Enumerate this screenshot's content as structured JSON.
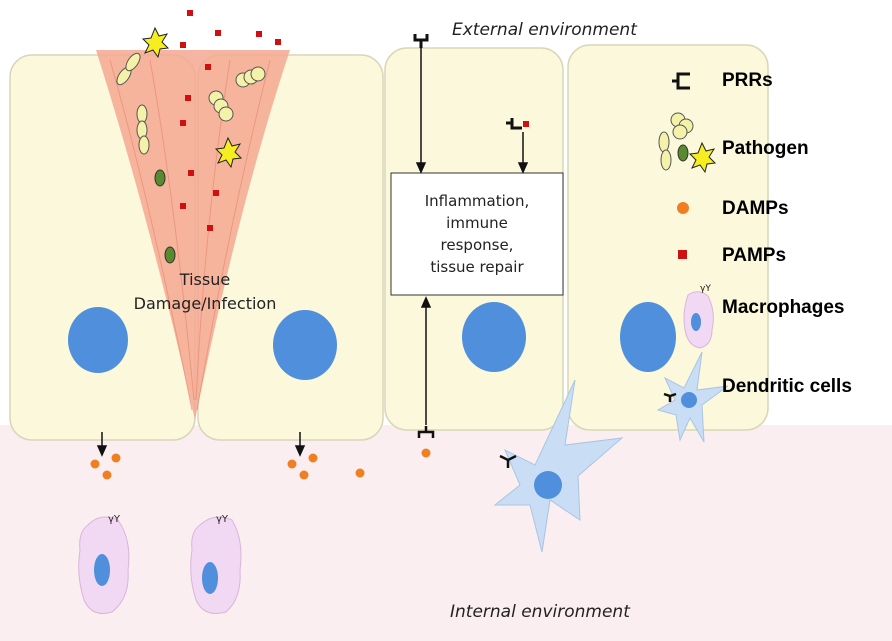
{
  "labels": {
    "external": "External environment",
    "internal": "Internal environment",
    "tissue_line1": "Tissue",
    "tissue_line2": "Damage/Infection",
    "box_line1": "Inflammation,",
    "box_line2": "immune",
    "box_line3": "response,",
    "box_line4": "tissue repair"
  },
  "legend": {
    "prrs": "PRRs",
    "pathogen": "Pathogen",
    "damps": "DAMPs",
    "pamps": "PAMPs",
    "macrophages": "Macrophages",
    "dendritic": "Dendritic cells"
  },
  "colors": {
    "cell": "#fbf8dc",
    "cell_border": "#d9d6b8",
    "nucleus": "#4f8fdc",
    "wound": "#f4a892",
    "internal_bg": "#fbeef0",
    "damp": "#f07f22",
    "pamp": "#d01010",
    "macrophage": "#f1d8f3",
    "dendritic": "#c9def5"
  },
  "icons": [
    "prr-receptor-icon",
    "pathogen-icon",
    "damp-dot-icon",
    "pamp-square-icon",
    "macrophage-icon",
    "dendritic-cell-icon"
  ]
}
